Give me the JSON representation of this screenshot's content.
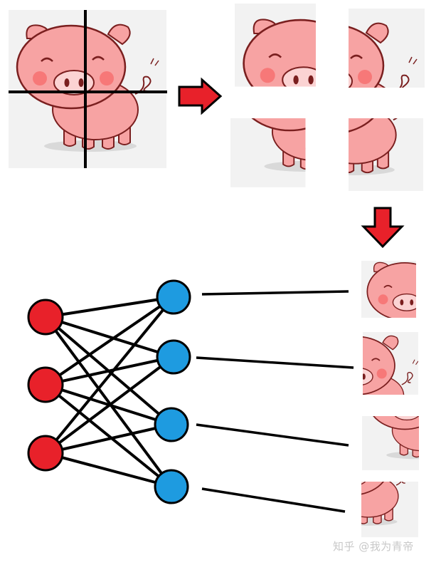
{
  "diagram": {
    "description_visible": false,
    "colors": {
      "pig_body": "#f7a3a3",
      "pig_outline": "#7a1f1f",
      "pig_snout": "#fbd3d3",
      "pig_cheek": "#f77878",
      "tile_bg": "#f2f2f2",
      "arrow_red": "#e8212a",
      "input_node": "#e8212a",
      "hidden_node": "#1e9be0",
      "edge": "#000000"
    },
    "input_nodes": 3,
    "hidden_nodes": 4
  },
  "watermark": "知乎 @我为青帝"
}
